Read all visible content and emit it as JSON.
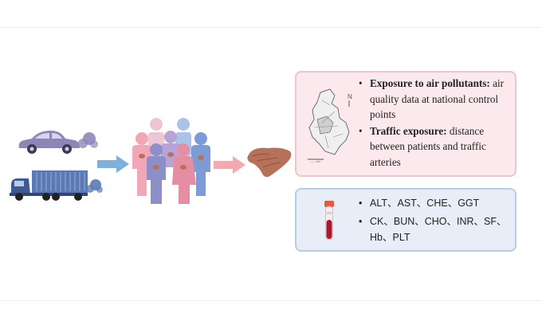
{
  "pollution_box": {
    "items": [
      {
        "label": "Exposure to air pollutants:",
        "text": " air quality data at national control points"
      },
      {
        "label": "Traffic exposure:",
        "text": " distance between patients and traffic arteries"
      }
    ]
  },
  "blood_box": {
    "line1": "ALT、AST、CHE、GGT",
    "line2": "CK、BUN、CHO、INR、SF、",
    "line3": "Hb、PLT"
  },
  "map_scale_label": "—— km",
  "colors": {
    "car": "#8f86b8",
    "truck": "#5a79b5",
    "arrow": "#7fb0dd",
    "arrow_pink": "#f3a9b0",
    "liver": "#b57258",
    "pink_box": "#fbe9ee",
    "blue_box": "#e7eef8"
  }
}
